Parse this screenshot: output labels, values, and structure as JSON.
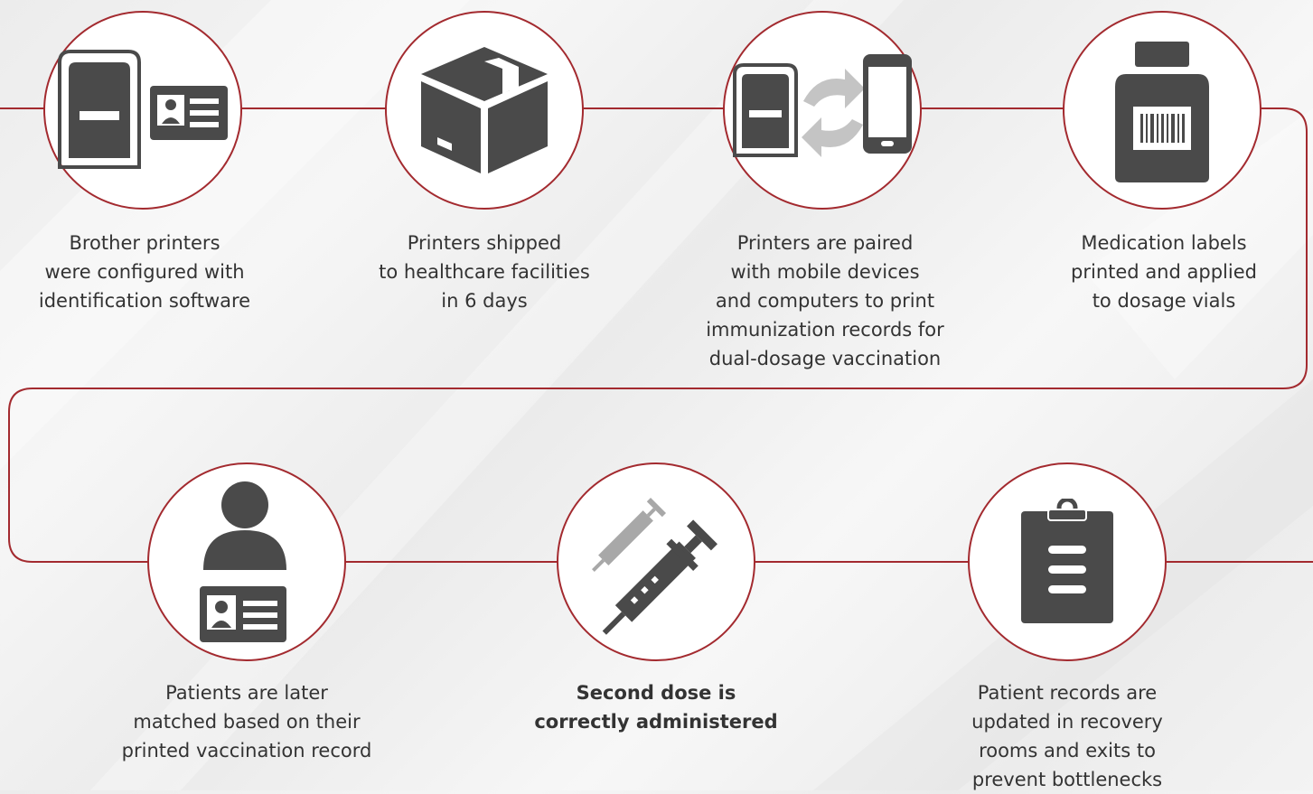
{
  "steps": [
    {
      "text": "Brother printers\nwere configured with\nidentification software",
      "icon": "printer-id-card-icon"
    },
    {
      "text": "Printers shipped\nto healthcare facilities\nin 6 days",
      "icon": "shipping-box-icon"
    },
    {
      "text": "Printers are paired\nwith mobile devices\nand computers to print\nimmunization records for\ndual-dosage vaccination",
      "icon": "printer-phone-sync-icon"
    },
    {
      "text": "Medication labels\nprinted and applied\nto dosage vials",
      "icon": "medicine-bottle-icon"
    },
    {
      "text": "Patients are later\nmatched based on their\nprinted vaccination record",
      "icon": "patient-id-icon"
    },
    {
      "text": "Second dose is\ncorrectly administered",
      "icon": "syringe-icon"
    },
    {
      "text": "Patient records are\nupdated in recovery\nrooms and exits to\nprevent bottlenecks",
      "icon": "clipboard-icon"
    }
  ],
  "colors": {
    "accent": "#a32a2f",
    "icon": "#4a4a4a",
    "text": "#333333"
  }
}
